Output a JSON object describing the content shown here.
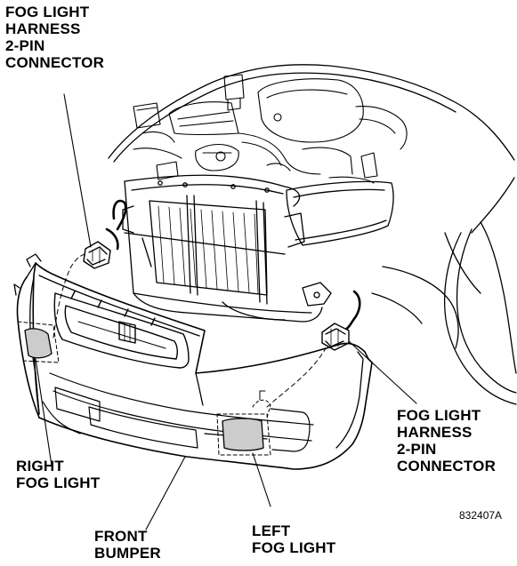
{
  "callouts": {
    "fog_harness_top": [
      "FOG LIGHT",
      "HARNESS",
      "2-PIN",
      "CONNECTOR"
    ],
    "fog_harness_right": [
      "FOG LIGHT",
      "HARNESS",
      "2-PIN",
      "CONNECTOR"
    ],
    "right_fog_light": [
      "RIGHT",
      "FOG LIGHT"
    ],
    "front_bumper": [
      "FRONT",
      "BUMPER"
    ],
    "left_fog_light": [
      "LEFT",
      "FOG LIGHT"
    ]
  },
  "figure_code": "832407A",
  "colors": {
    "ink": "#000000",
    "paper": "#ffffff",
    "shade": "#cccccc"
  }
}
